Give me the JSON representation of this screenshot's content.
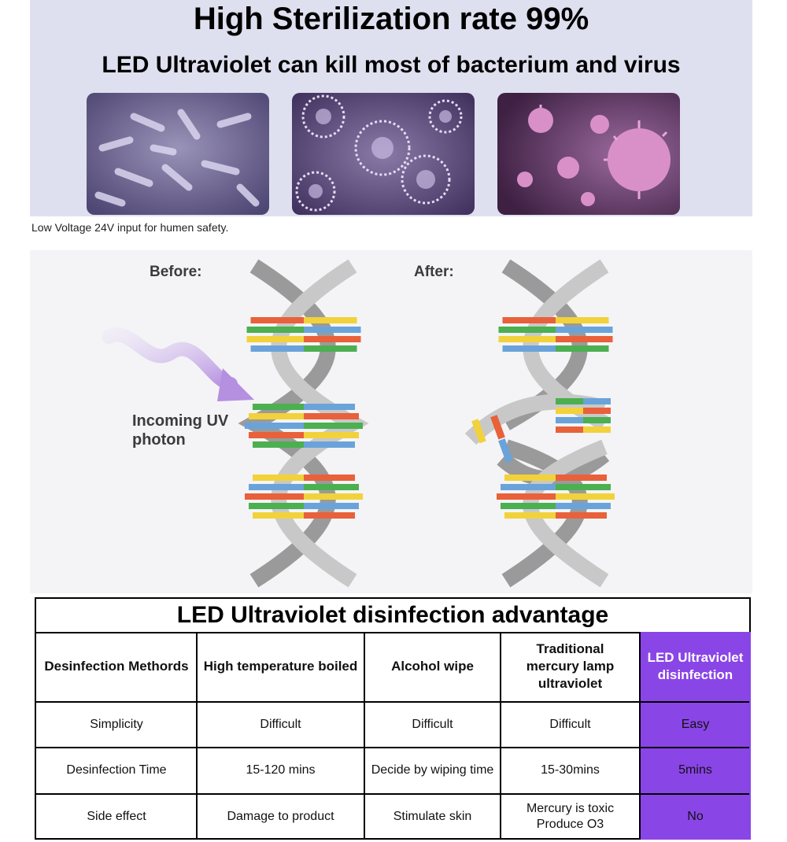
{
  "banner": {
    "title": "High Sterilization rate 99%",
    "subtitle": "LED Ultraviolet can kill most of bacterium and virus",
    "images": [
      "bacteria-image",
      "virus-image",
      "coronavirus-image"
    ]
  },
  "note": "Low Voltage 24V input for humen safety.",
  "dna": {
    "before_label": "Before:",
    "after_label": "After:",
    "photon_label": "Incoming UV photon",
    "base_colors": [
      "#e8613a",
      "#4caf50",
      "#f2d23b",
      "#6aa3d9"
    ]
  },
  "table": {
    "title": "LED Ultraviolet disinfection advantage",
    "headers": [
      "Desinfection Methords",
      "High temperature boiled",
      "Alcohol wipe",
      "Traditional mercury lamp ultraviolet",
      "LED Ultraviolet disinfection"
    ],
    "rows": [
      [
        "Simplicity",
        "Difficult",
        "Difficult",
        "Difficult",
        "Easy"
      ],
      [
        "Desinfection Time",
        "15-120 mins",
        "Decide by wiping time",
        "15-30mins",
        "5mins"
      ],
      [
        "Side effect",
        "Damage to product",
        "Stimulate skin",
        "Mercury is toxic Produce O3",
        "No"
      ]
    ],
    "highlight_color": "#8a45e6"
  }
}
